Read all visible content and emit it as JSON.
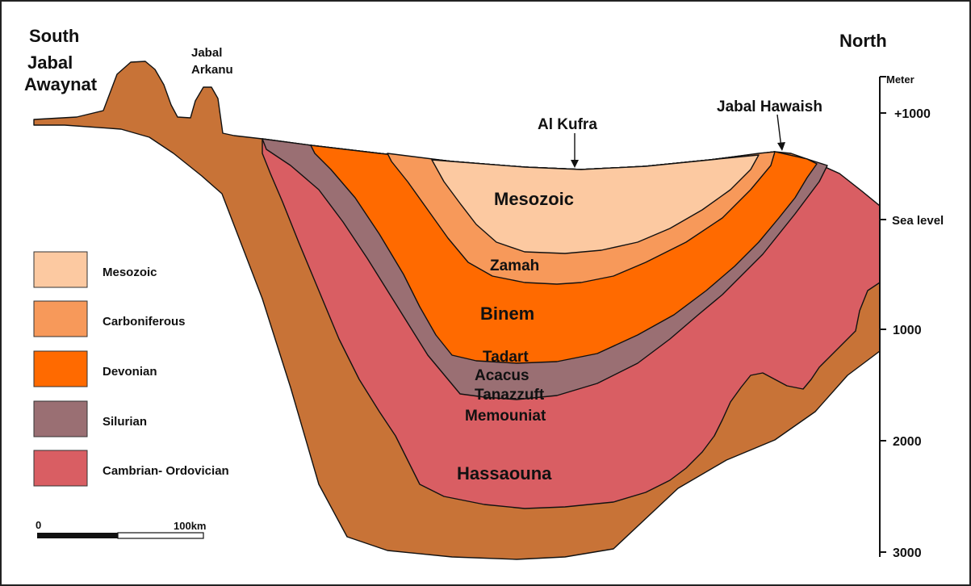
{
  "directions": {
    "south": "South",
    "north": "North"
  },
  "places": {
    "jabal_awaynat": [
      "Jabal",
      "Awaynat"
    ],
    "jabal_arkanu": [
      "Jabal",
      "Arkanu"
    ],
    "al_kufra": "Al Kufra",
    "jabal_hawaish": "Jabal Hawaish"
  },
  "formations": {
    "mesozoic": "Mesozoic",
    "zamah": "Zamah",
    "binem": "Binem",
    "tadart": "Tadart",
    "acacus": "Acacus",
    "tanazzuft": "Tanazzuft",
    "memouniat": "Memouniat",
    "hassaouna": "Hassaouna"
  },
  "legend": [
    {
      "label": "Mesozoic",
      "color": "#FCC9A1"
    },
    {
      "label": "Carboniferous",
      "color": "#F7995A"
    },
    {
      "label": "Devonian",
      "color": "#FF6A00"
    },
    {
      "label": "Silurian",
      "color": "#9A6F73"
    },
    {
      "label": "Cambrian- Ordovician",
      "color": "#D95E63"
    }
  ],
  "basement_color": "#C87337",
  "depth_scale": {
    "title": "Meter",
    "ticks": [
      "+1000",
      "Sea level",
      "1000",
      "2000",
      "3000"
    ]
  },
  "scale_bar": {
    "start": "0",
    "end": "100km"
  }
}
